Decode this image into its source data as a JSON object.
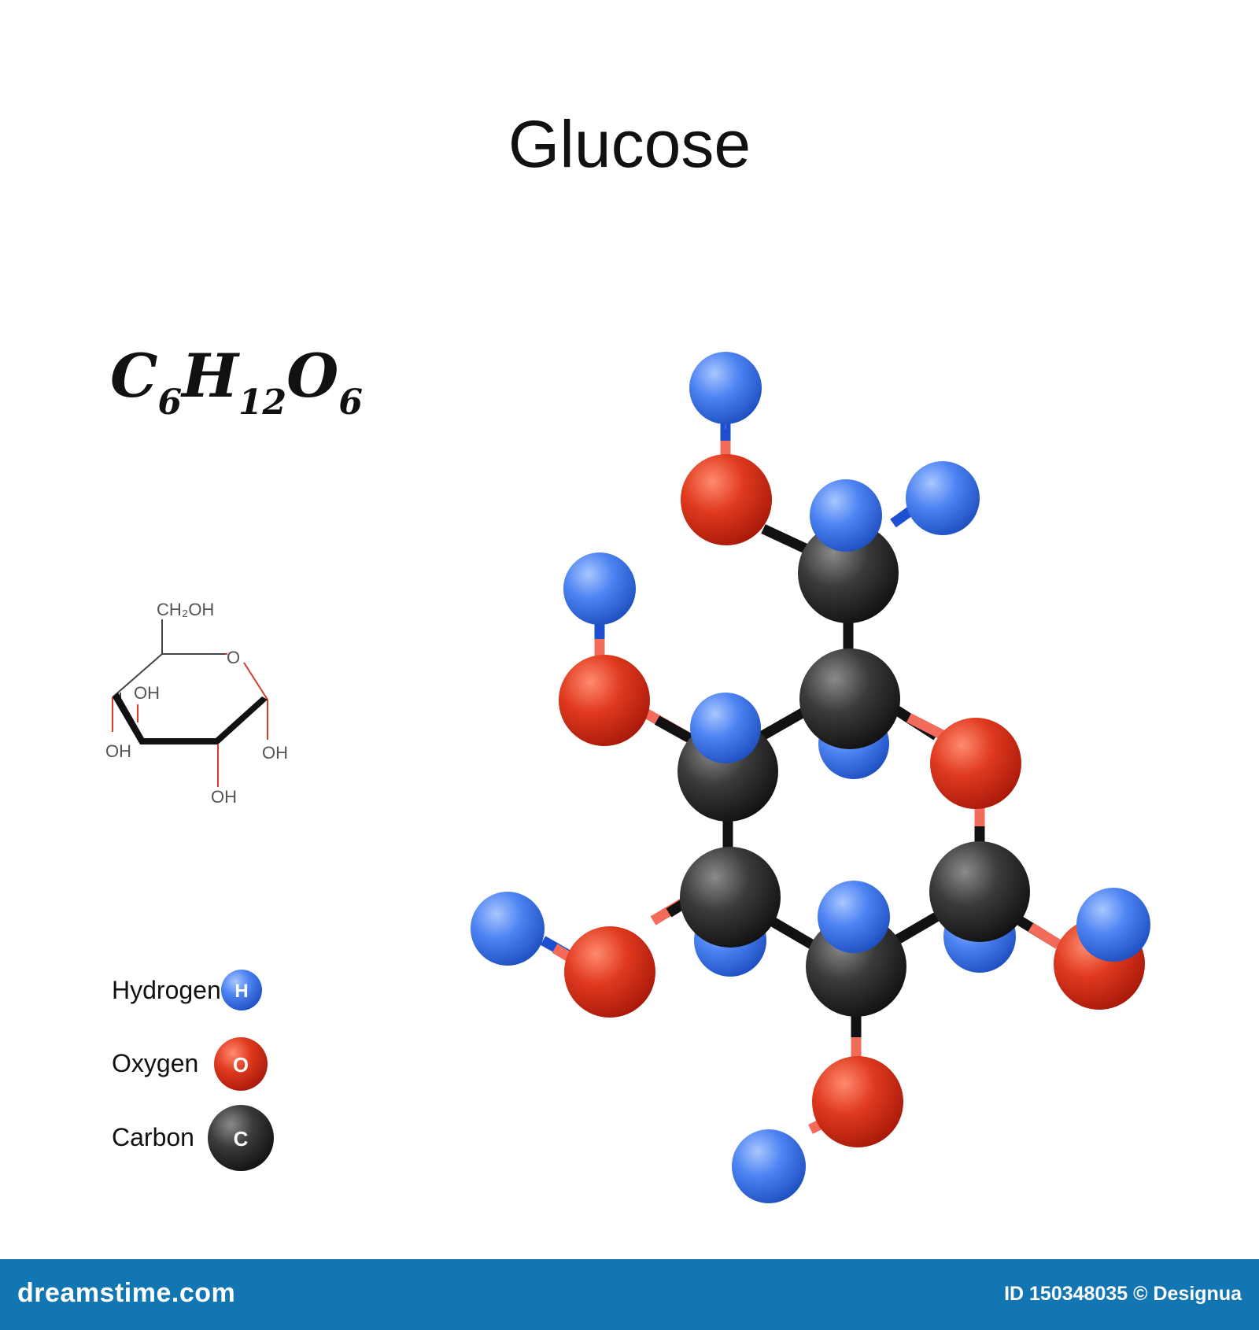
{
  "title": "Glucose",
  "formula": {
    "c": "C",
    "c_count": "6",
    "h": "H",
    "h_count": "12",
    "o": "O",
    "o_count": "6"
  },
  "haworth": {
    "ch2oh": "CH₂OH",
    "ring_o": "O",
    "oh": "OH"
  },
  "legend": [
    {
      "label": "Hydrogen",
      "symbol": "H",
      "color": "#3f73e6"
    },
    {
      "label": "Oxygen",
      "symbol": "O",
      "color": "#d82a16"
    },
    {
      "label": "Carbon",
      "symbol": "C",
      "color": "#333333"
    }
  ],
  "footer": {
    "brand": "dreamstime.com",
    "credit": "ID 150348035 © Designua"
  },
  "colors": {
    "hydrogen": "#3f73e6",
    "oxygen": "#d82a16",
    "carbon": "#333333",
    "footer_bg": "#1276b3"
  }
}
